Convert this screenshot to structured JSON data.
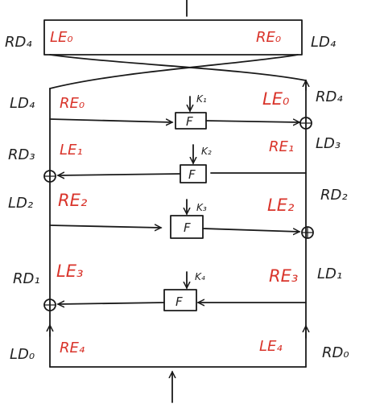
{
  "top_box": {
    "left": "LE₀",
    "right": "RE₀"
  },
  "outer_labels": {
    "top_left": "RD₄",
    "top_right": "LD₄",
    "r1_left": "LD₄",
    "r1_right": "RD₄",
    "r2_left": "RD₃",
    "r2_right": "LD₃",
    "r3_left": "LD₂",
    "r3_right": "RD₂",
    "r4_left": "RD₁",
    "r4_right": "LD₁",
    "r5_left": "LD₀",
    "r5_right": "RD₀"
  },
  "inner_labels": {
    "r1_left": "RE₀",
    "r1_right": "LE₀",
    "r2_left": "LE₁",
    "r2_right": "RE₁",
    "r3_left": "RE₂",
    "r3_right": "LE₂",
    "r4_left": "LE₃",
    "r4_right": "RE₃",
    "r5_left": "RE₄",
    "r5_right": "LE₄"
  },
  "keys": [
    "K₁",
    "K₂",
    "K₃",
    "K₄"
  ],
  "f_label": "F"
}
